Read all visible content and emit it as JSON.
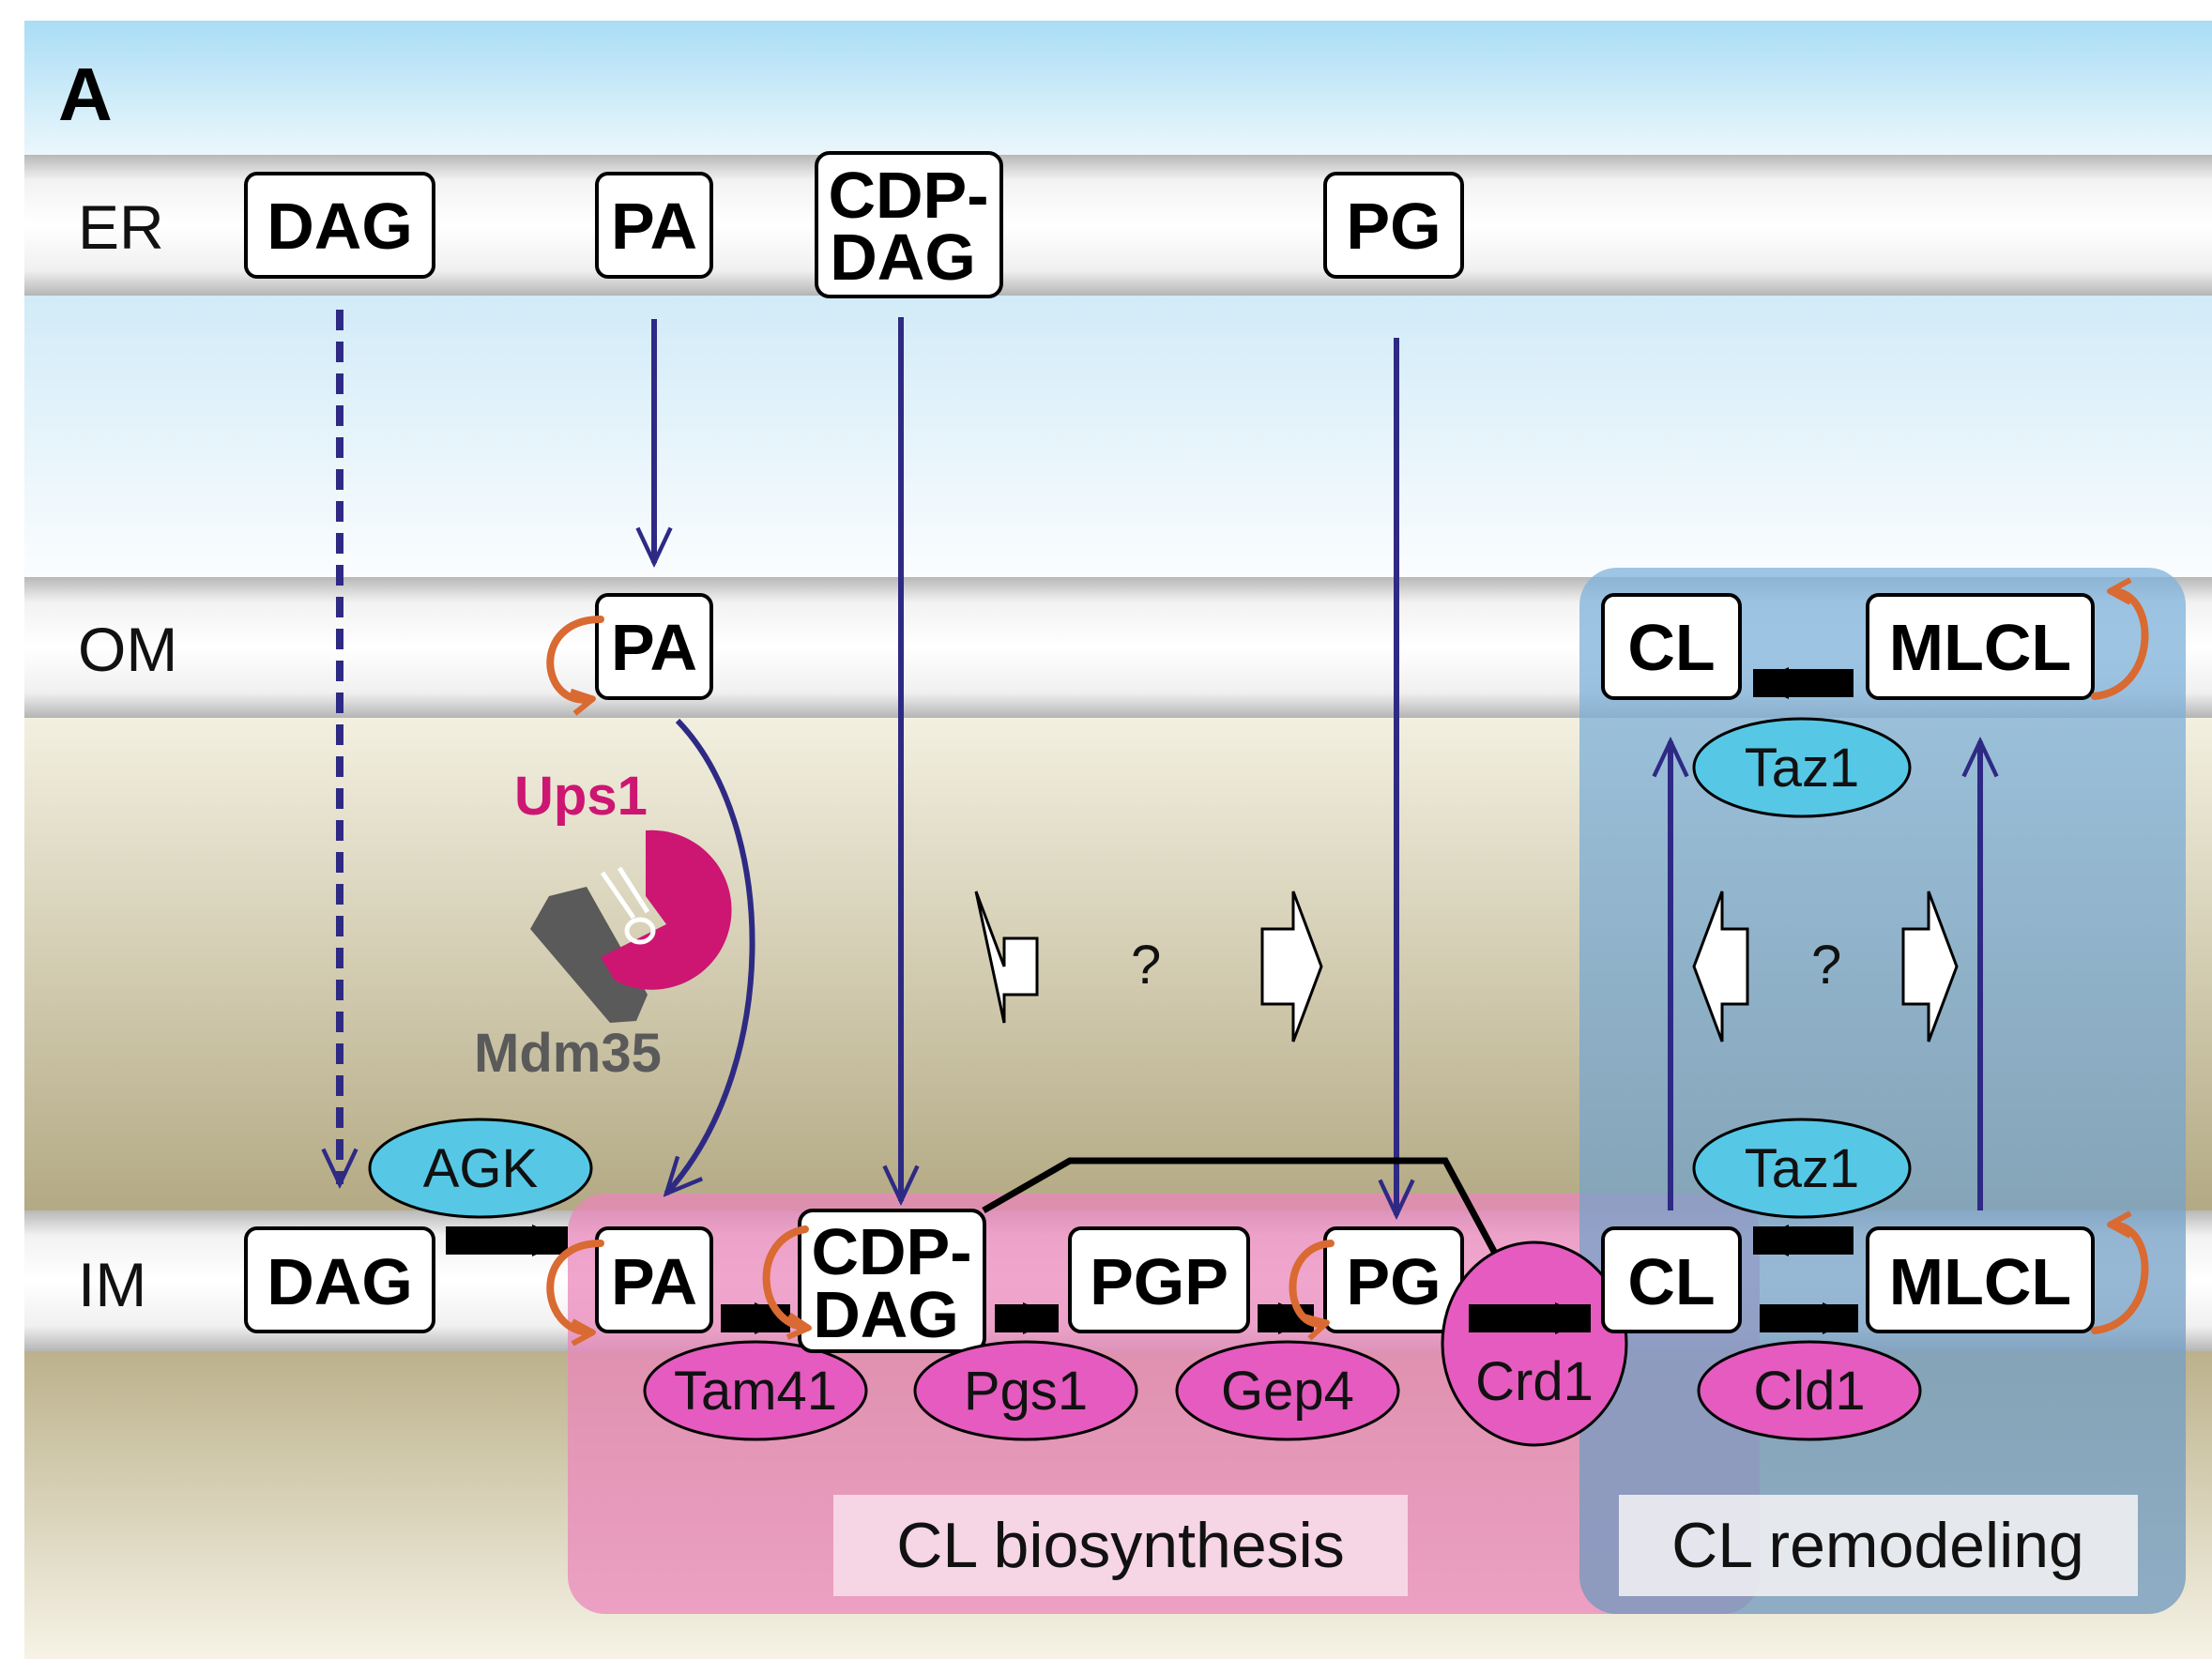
{
  "panel_label": "A",
  "membranes": {
    "er": "ER",
    "om": "OM",
    "im": "IM"
  },
  "er_lipids": {
    "dag": "DAG",
    "pa": "PA",
    "cdp_dag_line1": "CDP-",
    "cdp_dag_line2": "DAG",
    "pg": "PG"
  },
  "om_lipids": {
    "pa": "PA",
    "cl": "CL",
    "mlcl": "MLCL"
  },
  "im_lipids": {
    "dag": "DAG",
    "pa": "PA",
    "cdp_dag_line1": "CDP-",
    "cdp_dag_line2": "DAG",
    "pgp": "PGP",
    "pg": "PG",
    "cl": "CL",
    "mlcl": "MLCL"
  },
  "proteins": {
    "ups1": "Ups1",
    "mdm35": "Mdm35"
  },
  "enzymes": {
    "agk": "AGK",
    "tam41": "Tam41",
    "pgs1": "Pgs1",
    "gep4": "Gep4",
    "crd1": "Crd1",
    "cld1": "Cld1",
    "taz1_om": "Taz1",
    "taz1_im": "Taz1"
  },
  "unknown_transport": {
    "left_question": "?",
    "right_question": "?"
  },
  "regions": {
    "biosynthesis": "CL biosynthesis",
    "remodeling": "CL remodeling"
  },
  "colors": {
    "sky": "#a9ddf5",
    "intermembrane_top": "#f3f0df",
    "intermembrane_bottom": "#b5ab85",
    "biosynthesis_region": "#eb87bb",
    "remodeling_region": "#7aa8cf",
    "transport_arrow": "#2e2a84",
    "flipping_arrow": "#d96a32",
    "ups1": "#cc1672",
    "mdm35": "#5a5a5a",
    "enzyme_magenta": "#e55bbf",
    "enzyme_cyan": "#56c8e6"
  }
}
